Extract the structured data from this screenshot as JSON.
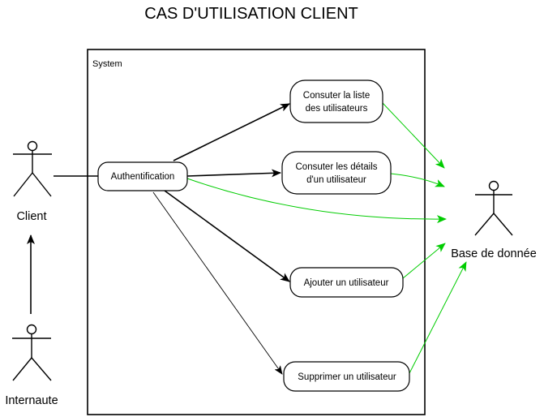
{
  "title": "CAS D'UTILISATION CLIENT",
  "system_label": "System",
  "actors": {
    "client": "Client",
    "internaute": "Internaute",
    "database": "Base de donnée"
  },
  "use_cases": {
    "auth": [
      "Authentification"
    ],
    "list": [
      "Consuter la liste",
      "des utilisateurs"
    ],
    "details": [
      "Consuter les détails",
      "d'un utilisateur"
    ],
    "add": [
      "Ajouter un utilisateur"
    ],
    "delete": [
      "Supprimer un utilisateur"
    ]
  },
  "colors": {
    "green": "#00cc00",
    "black": "#000000"
  }
}
